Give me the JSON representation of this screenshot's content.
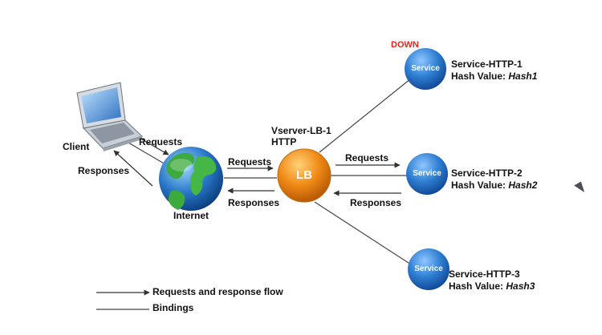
{
  "diagram": {
    "status_down": "DOWN",
    "client_label": "Client",
    "internet_label": "Internet",
    "vserver_name": "Vserver-LB-1",
    "vserver_protocol": "HTTP",
    "lb_label": "LB",
    "requests_label": "Requests",
    "responses_label": "Responses",
    "hash_prefix": "Hash Value: ",
    "services": [
      {
        "icon_label": "Service",
        "name": "Service-HTTP-1",
        "hash": "Hash1"
      },
      {
        "icon_label": "Service",
        "name": "Service-HTTP-2",
        "hash": "Hash2"
      },
      {
        "icon_label": "Service",
        "name": "Service-HTTP-3",
        "hash": "Hash3"
      }
    ]
  },
  "legend": {
    "flow_label": "Requests and response flow",
    "bindings_label": "Bindings"
  },
  "colors": {
    "down": "#e8241c",
    "service": "#2f7fd2",
    "lb": "#f08a16",
    "line": "#444444"
  }
}
